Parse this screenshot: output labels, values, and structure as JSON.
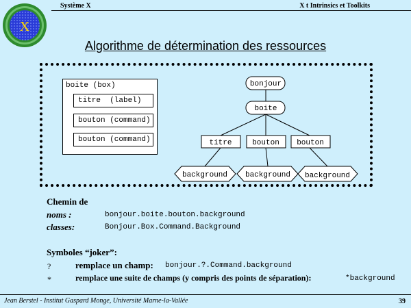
{
  "header": {
    "left": "Système X",
    "right": "X t Intrinsics et Toolkits"
  },
  "logo": {
    "text": "X"
  },
  "title": "Algorithme de détermination des ressources",
  "diagram": {
    "box": {
      "title": "boite (box)",
      "items": [
        "titre  (label)",
        "bouton (command)",
        "bouton (command)"
      ]
    },
    "tree": {
      "root": "bonjour",
      "child": "boite",
      "leaves": [
        "titre",
        "bouton",
        "bouton"
      ],
      "background": [
        "background",
        "background",
        "background"
      ]
    }
  },
  "path": {
    "heading": "Chemin de",
    "noms_label": "noms :",
    "noms_value": "bonjour.boite.bouton.background",
    "classes_label": "classes:",
    "classes_value": "Bonjour.Box.Command.Background"
  },
  "jokers": {
    "heading": "Symboles “joker”:",
    "rows": [
      {
        "symbol": "?",
        "desc": "remplace un champ:",
        "example": "bonjour.?.Command.background"
      },
      {
        "symbol": "*",
        "desc": "remplace une suite de champs (y compris des points de séparation):",
        "example": "*background"
      }
    ]
  },
  "footer": {
    "left": "Jean Berstel  -   Institut Gaspard Monge, Université Marne-la-Vallée",
    "page": "39"
  },
  "colors": {
    "background": "#cfeffc",
    "logo_outer": "#2e8b2e",
    "logo_inner": "#2a3bd8"
  }
}
